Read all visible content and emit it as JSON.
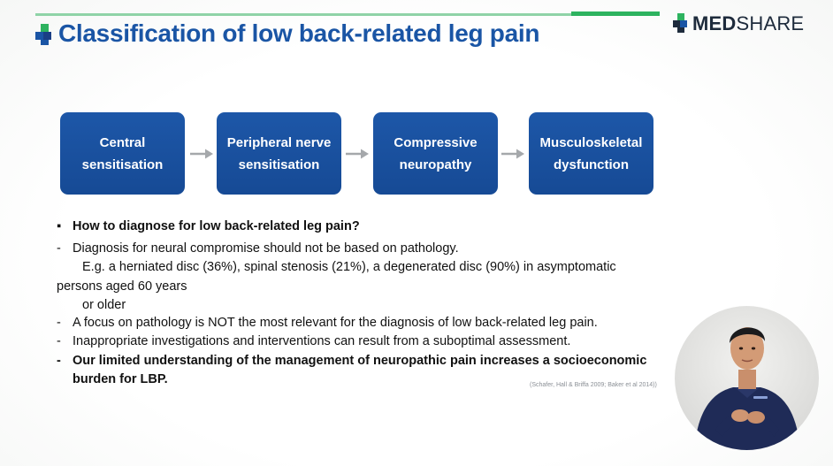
{
  "header": {
    "title": "Classification of low back-related leg pain",
    "logo_bold": "MED",
    "logo_light": "SHARE"
  },
  "flow": {
    "steps": [
      {
        "line1": "Central",
        "line2": "sensitisation"
      },
      {
        "line1": "Peripheral nerve",
        "line2": "sensitisation"
      },
      {
        "line1": "Compressive",
        "line2": "neuropathy"
      },
      {
        "line1": "Musculoskeletal",
        "line2": "dysfunction"
      }
    ]
  },
  "content": {
    "heading_marker": "▪",
    "heading": "How to diagnose for low back-related leg pain?",
    "dash": "-",
    "point1": "Diagnosis for neural compromise should not be based on pathology.",
    "point1_example_a": "E.g. a herniated disc (36%), spinal stenosis (21%), a degenerated disc (90%) in asymptomatic",
    "point1_example_b": "persons aged 60 years",
    "point1_example_c": "or older",
    "point2": "A focus on pathology is NOT the most relevant for the diagnosis of low back-related leg pain.",
    "point3": "Inappropriate investigations and interventions can result from a suboptimal assessment.",
    "point4_line1": "Our limited understanding of the management of neuropathic pain increases a socioeconomic",
    "point4_line2": "burden for LBP.",
    "citation": "(Schafer, Hall & Briffa 2009; Baker et al 2014))"
  },
  "colors": {
    "brand_blue": "#1a55a5",
    "brand_green": "#2db35f",
    "logo_dark": "#1e2b3c"
  }
}
